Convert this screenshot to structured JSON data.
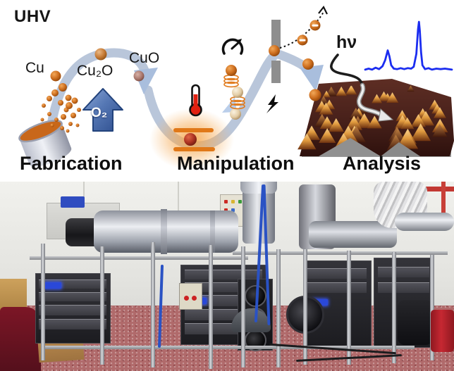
{
  "schematic": {
    "environment_label": "UHV",
    "species": {
      "cu": "Cu",
      "cu2o": "Cu₂O",
      "cuo": "CuO"
    },
    "oxidation_label": "O₂",
    "photon_label": "hν",
    "stages": {
      "fabrication": "Fabrication",
      "manipulation": "Manipulation",
      "analysis": "Analysis"
    },
    "icons": {
      "thermometer": "thermometer-icon",
      "gauge": "gauge-icon",
      "slit": "slit-icon",
      "lightning": "lightning-icon",
      "charge_sign": "minus-sign-icon"
    },
    "colors": {
      "arc_ribbon": "#b9c6da",
      "arc_head": "#a9bedd",
      "o2_arrow": "#44669f",
      "copper_particle": "#c9681a",
      "trap_glow": "#f6a140",
      "trap_bar": "#e07818",
      "thermometer_red": "#e02010",
      "spectrum_blue": "#1b2df0",
      "afm_surface_dark": "#3a1712",
      "afm_cone_gold": "#edb055",
      "slit_gray": "#8e8e8e"
    }
  },
  "chart_data": {
    "type": "line",
    "title": "",
    "xlabel": "",
    "ylabel": "",
    "legend": [],
    "axes_visible": false,
    "series": [
      {
        "name": "blue-spectrum",
        "points": [
          [
            0.0,
            0.03
          ],
          [
            0.04,
            0.05
          ],
          [
            0.08,
            0.03
          ],
          [
            0.12,
            0.07
          ],
          [
            0.16,
            0.04
          ],
          [
            0.2,
            0.1
          ],
          [
            0.23,
            0.22
          ],
          [
            0.26,
            0.42
          ],
          [
            0.28,
            0.3
          ],
          [
            0.3,
            0.12
          ],
          [
            0.33,
            0.05
          ],
          [
            0.37,
            0.04
          ],
          [
            0.41,
            0.06
          ],
          [
            0.45,
            0.04
          ],
          [
            0.49,
            0.06
          ],
          [
            0.53,
            0.05
          ],
          [
            0.56,
            0.09
          ],
          [
            0.59,
            0.35
          ],
          [
            0.61,
            0.85
          ],
          [
            0.62,
            1.0
          ],
          [
            0.63,
            0.82
          ],
          [
            0.645,
            0.38
          ],
          [
            0.66,
            0.12
          ],
          [
            0.69,
            0.04
          ],
          [
            0.73,
            0.06
          ],
          [
            0.77,
            0.03
          ],
          [
            0.82,
            0.05
          ],
          [
            0.87,
            0.04
          ],
          [
            0.92,
            0.05
          ],
          [
            1.0,
            0.03
          ]
        ]
      }
    ]
  },
  "photo": {
    "caption": "",
    "scene": "UHV laboratory apparatus",
    "colors": {
      "wall": "#ececе8",
      "floor": "#b06a6b",
      "steel": "#d9dbe0",
      "cable_blue": "#2a52c4",
      "chair_red": "#7c1626",
      "stool_red": "#c62832"
    }
  }
}
